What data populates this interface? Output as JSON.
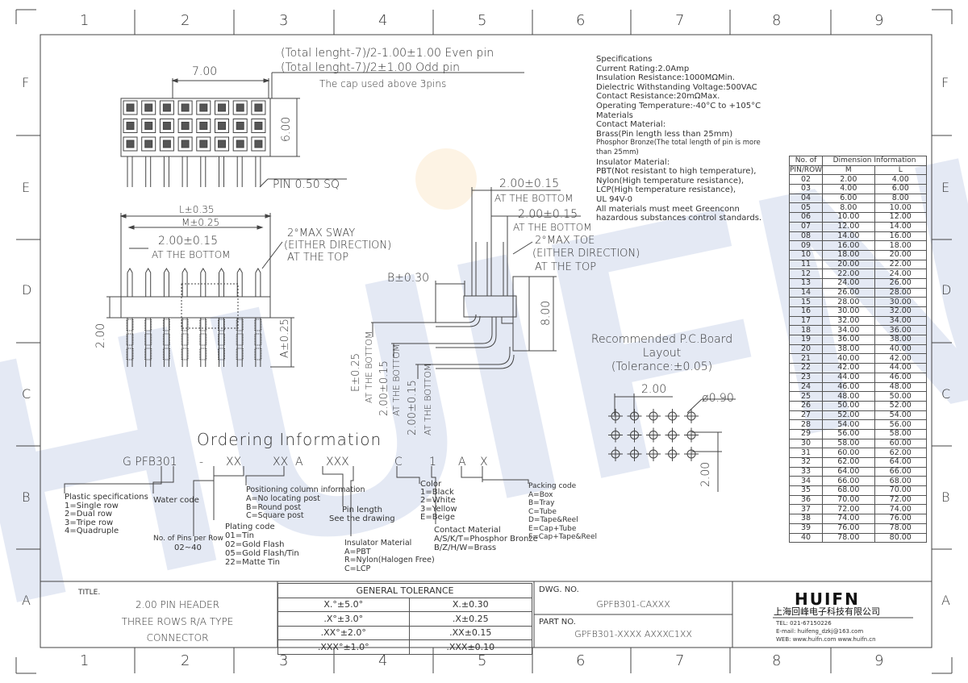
{
  "grid": {
    "cols": [
      "1",
      "2",
      "3",
      "4",
      "5",
      "6",
      "7",
      "8",
      "9"
    ],
    "rows": [
      "F",
      "E",
      "D",
      "C",
      "B",
      "A"
    ]
  },
  "notes": {
    "cap_line1": "(Total lenght-7)/2-1.00±1.00   Even pin",
    "cap_line2": "(Total lenght-7)/2±1.00   Odd pin",
    "cap_line3": "The cap used above 3pins"
  },
  "dims": {
    "d700": "7.00",
    "d600": "6.00",
    "pin_sq": "PIN 0.50 SQ",
    "l035": "L±0.35",
    "m025": "M±0.25",
    "d200_015": "2.00±0.15",
    "at_bottom": "AT THE BOTTOM",
    "max_sway": "2°MAX SWAY",
    "either": "(EITHER DIRECTION)",
    "at_top": "AT THE TOP",
    "d200": "2.00",
    "a025": "A±0.25",
    "b030": "B±0.30",
    "d200_015b": "2.00±0.15",
    "at_bottom_b": "AT THE BOTTOM",
    "d200_015c": "2.00±0.15",
    "at_bottom_c": "AT THE BOTTOM",
    "max_toe": "2°MAX TOE",
    "either_b": "(EITHER DIRECTION)",
    "at_top_b": "AT THE TOP",
    "d800": "8.00",
    "e025": "E±0.25",
    "at_bottom_v1": "AT THE BOTTOM",
    "v200a": "2.00±0.15",
    "at_bottom_v2": "AT THE BOTTOM",
    "v200b": "2.00±0.15",
    "at_bottom_v3": "AT THE BOTTOM"
  },
  "specs": [
    "Specifications",
    "Current Rating:2.0Amp",
    "Insulation Resistance:1000MΩMin.",
    "Dielectric Withstanding Voltage:500VAC",
    "Contact Resistance:20mΩMax.",
    "Operating Temperature:-40°C to +105°C",
    "Materials",
    "Contact Material:",
    "Brass(Pin length less than 25mm)",
    "Phosphor Bronze(The total length of pin is more",
    "than 25mm)",
    "Insulator Material:",
    "PBT(Not resistant to high temperature),",
    "Nylon(High temperature resistance),",
    "LCP(High temperature resistance),",
    "UL 94V-0",
    "All materials must meet Greenconn",
    "hazardous substances control standards."
  ],
  "pcb": {
    "title1": "Recommended P.C.Board",
    "title2": "Layout",
    "tol": "(Tolerance:±0.05)",
    "pitch": "2.00",
    "dia": "ø0.90",
    "pitch_v": "2.00"
  },
  "ordering": {
    "title": "Ordering Information",
    "code": [
      "G PFB301",
      "-",
      "XX",
      "XX",
      "A",
      "XXX",
      "C",
      "1",
      "A",
      "X"
    ],
    "plastic": [
      "Plastic specifications",
      "1=Single row",
      "2=Dual row",
      "3=Tripe row",
      "4=Quadruple"
    ],
    "water": "Water code",
    "pins": [
      "No. of Pins per Row",
      "02~40"
    ],
    "plating": [
      "Plating code",
      "01=Tin",
      "02=Gold Flash",
      "05=Gold Flash/Tin",
      "22=Matte Tin"
    ],
    "positioning": [
      "Positioning column information",
      "A=No locating post",
      "B=Round post",
      "C=Square post"
    ],
    "pinlen": [
      "Pin length",
      "See the drawing"
    ],
    "insulator": [
      "Insulator Material",
      "A=PBT",
      "R=Nylon(Halogen Free)",
      "C=LCP"
    ],
    "color": [
      "Color",
      "1=Black",
      "2=White",
      "3=Yellow",
      "E=Beige"
    ],
    "contact": [
      "Contact Material",
      "A/S/K/T=Phosphor Bronze",
      "B/Z/H/W=Brass"
    ],
    "packing": [
      "Packing code",
      "A=Box",
      "B=Tray",
      "C=Tube",
      "D=Tape&Reel",
      "E=Cap+Tube",
      "F=Cap+Tape&Reel"
    ]
  },
  "table": {
    "h1": "No. of",
    "h2": "PIN/ROW",
    "h3": "Dimension Information",
    "hm": "M",
    "hl": "L",
    "rows": [
      [
        "02",
        "2.00",
        "4.00"
      ],
      [
        "03",
        "4.00",
        "6.00"
      ],
      [
        "04",
        "6.00",
        "8.00"
      ],
      [
        "05",
        "8.00",
        "10.00"
      ],
      [
        "06",
        "10.00",
        "12.00"
      ],
      [
        "07",
        "12.00",
        "14.00"
      ],
      [
        "08",
        "14.00",
        "16.00"
      ],
      [
        "09",
        "16.00",
        "18.00"
      ],
      [
        "10",
        "18.00",
        "20.00"
      ],
      [
        "11",
        "20.00",
        "22.00"
      ],
      [
        "12",
        "22.00",
        "24.00"
      ],
      [
        "13",
        "24.00",
        "26.00"
      ],
      [
        "14",
        "26.00",
        "28.00"
      ],
      [
        "15",
        "28.00",
        "30.00"
      ],
      [
        "16",
        "30.00",
        "32.00"
      ],
      [
        "17",
        "32.00",
        "34.00"
      ],
      [
        "18",
        "34.00",
        "36.00"
      ],
      [
        "19",
        "36.00",
        "38.00"
      ],
      [
        "20",
        "38.00",
        "40.00"
      ],
      [
        "21",
        "40.00",
        "42.00"
      ],
      [
        "22",
        "42.00",
        "44.00"
      ],
      [
        "23",
        "44.00",
        "46.00"
      ],
      [
        "24",
        "46.00",
        "48.00"
      ],
      [
        "25",
        "48.00",
        "50.00"
      ],
      [
        "26",
        "50.00",
        "52.00"
      ],
      [
        "27",
        "52.00",
        "54.00"
      ],
      [
        "28",
        "54.00",
        "56.00"
      ],
      [
        "29",
        "56.00",
        "58.00"
      ],
      [
        "30",
        "58.00",
        "60.00"
      ],
      [
        "31",
        "60.00",
        "62.00"
      ],
      [
        "32",
        "62.00",
        "64.00"
      ],
      [
        "33",
        "64.00",
        "66.00"
      ],
      [
        "34",
        "66.00",
        "68.00"
      ],
      [
        "35",
        "68.00",
        "70.00"
      ],
      [
        "36",
        "70.00",
        "72.00"
      ],
      [
        "37",
        "72.00",
        "74.00"
      ],
      [
        "38",
        "74.00",
        "76.00"
      ],
      [
        "39",
        "76.00",
        "78.00"
      ],
      [
        "40",
        "78.00",
        "80.00"
      ]
    ]
  },
  "titleblock": {
    "title_label": "TITLE.",
    "title1": "2.00 PIN HEADER",
    "title2": "THREE ROWS R/A TYPE",
    "title3": "CONNECTOR",
    "tol_head": "GENERAL TOLERANCE",
    "tol": [
      [
        "X.°±5.0°",
        "X.±0.30"
      ],
      [
        ".X°±3.0°",
        ".X±0.25"
      ],
      [
        ".XX°±2.0°",
        ".XX±0.15"
      ],
      [
        ".XXX°±1.0°",
        ".XXX±0.10"
      ]
    ],
    "dwg_label": "DWG. NO.",
    "dwg": "GPFB301-CAXXX",
    "part_label": "PART NO.",
    "part": "GPFB301-XXXX AXXXC1XX",
    "logo": "HUIFN",
    "company": "上海回峰电子科技有限公司",
    "tel": "TEL: 021-67150226",
    "email": "E-mail: huifeng_dzkj@163.com",
    "web": "WEB: www.huifn.com  www.huifn.cn"
  },
  "watermark": "HUIFN",
  "colors": {
    "watermark_blue": "#3a5fb3",
    "watermark_orange": "#f2a93b",
    "line": "#444444"
  }
}
